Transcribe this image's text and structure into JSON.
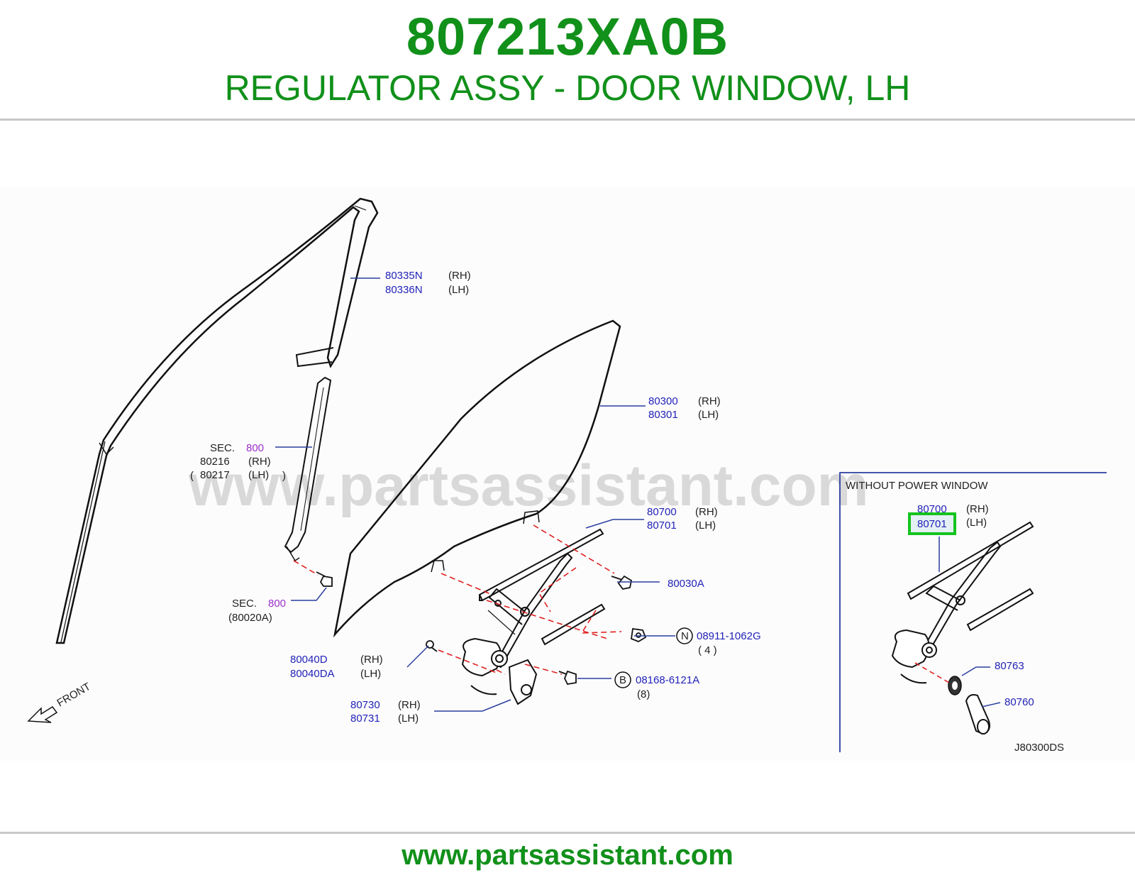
{
  "header": {
    "part_number": "807213XA0B",
    "description": "REGULATOR ASSY - DOOR WINDOW, LH"
  },
  "footer": {
    "url": "www.partsassistant.com"
  },
  "watermark": "www.partsassistant.com",
  "colors": {
    "brand_green": "#11901a",
    "part_number_blue": "#2222b8",
    "section_purple": "#9b30c8",
    "highlight_green": "#14c41e",
    "dash_red": "#e02020"
  },
  "callouts": {
    "c80335": {
      "a": "80335N",
      "b": "80336N",
      "ra": "(RH)",
      "rb": "(LH)"
    },
    "c80300": {
      "a": "80300",
      "b": "80301",
      "ra": "(RH)",
      "rb": "(LH)"
    },
    "sec_upper": {
      "sec": "SEC.",
      "num": "800",
      "a": "80216",
      "b": "80217",
      "ra": "(RH)",
      "rb": "(LH)"
    },
    "c80700": {
      "a": "80700",
      "b": "80701",
      "ra": "(RH)",
      "rb": "(LH)"
    },
    "c80030A": {
      "a": "80030A"
    },
    "sec_lower": {
      "sec": "SEC.",
      "num": "800",
      "sub": "(80020A)"
    },
    "c08911": {
      "symbol": "N",
      "a": "08911-1062G",
      "qty": "(  4  )"
    },
    "c80040": {
      "a": "80040D",
      "b": "80040DA",
      "ra": "(RH)",
      "rb": "(LH)"
    },
    "c08168": {
      "symbol": "B",
      "a": "08168-6121A",
      "qty": "(8)"
    },
    "c80730": {
      "a": "80730",
      "b": "80731",
      "ra": "(RH)",
      "rb": "(LH)"
    },
    "front": "FRONT"
  },
  "inset": {
    "title": "WITHOUT   POWER   WINDOW",
    "a": "80700",
    "b": "80701",
    "ra": "(RH)",
    "rb": "(LH)",
    "c80763": "80763",
    "c80760": "80760",
    "code": "J80300DS"
  }
}
